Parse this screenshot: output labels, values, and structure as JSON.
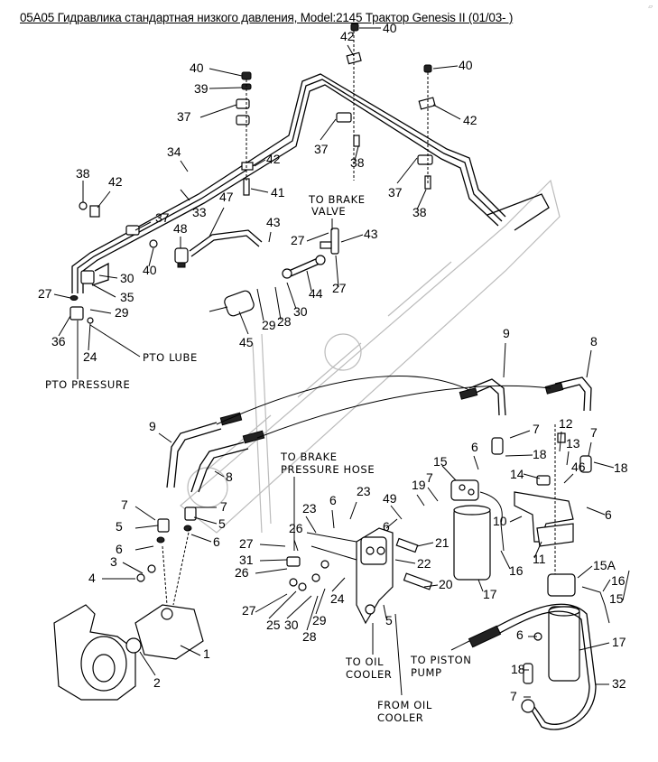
{
  "title": "05A05 Гидравлика стандартная низкого давления, Model:2145 Трактор Genesis II (01/03- )",
  "watermark": "Сервон",
  "labels": {
    "to_brake_valve_1": "TO BRAKE",
    "to_brake_valve_2": "VALVE",
    "pto_lube": "PTO LUBE",
    "pto_pressure": "PTO PRESSURE",
    "to_brake_hose_1": "TO BRAKE",
    "to_brake_hose_2": "PRESSURE HOSE",
    "to_oil_cooler_1": "TO OIL",
    "to_oil_cooler_2": "COOLER",
    "from_oil_cooler_1": "FROM OIL",
    "from_oil_cooler_2": "COOLER",
    "to_piston_pump_1": "TO PISTON",
    "to_piston_pump_2": "PUMP"
  },
  "callouts": [
    {
      "id": "c40a",
      "n": "40"
    },
    {
      "id": "c42a",
      "n": "42"
    },
    {
      "id": "c40b",
      "n": "40"
    },
    {
      "id": "c40c",
      "n": "40"
    },
    {
      "id": "c39",
      "n": "39"
    },
    {
      "id": "c37a",
      "n": "37"
    },
    {
      "id": "c42b",
      "n": "42"
    },
    {
      "id": "c37b",
      "n": "37"
    },
    {
      "id": "c38a",
      "n": "38"
    },
    {
      "id": "c34",
      "n": "34"
    },
    {
      "id": "c42c",
      "n": "42"
    },
    {
      "id": "c38b",
      "n": "38"
    },
    {
      "id": "c42d",
      "n": "42"
    },
    {
      "id": "c41",
      "n": "41"
    },
    {
      "id": "c37c",
      "n": "37"
    },
    {
      "id": "c38c",
      "n": "38"
    },
    {
      "id": "c33",
      "n": "33"
    },
    {
      "id": "c47",
      "n": "47"
    },
    {
      "id": "c43a",
      "n": "43"
    },
    {
      "id": "c37d",
      "n": "37"
    },
    {
      "id": "c48",
      "n": "48"
    },
    {
      "id": "c27a",
      "n": "27"
    },
    {
      "id": "c43b",
      "n": "43"
    },
    {
      "id": "c40d",
      "n": "40"
    },
    {
      "id": "c30a",
      "n": "30"
    },
    {
      "id": "c27b",
      "n": "27"
    },
    {
      "id": "c35",
      "n": "35"
    },
    {
      "id": "c44",
      "n": "44"
    },
    {
      "id": "c27c",
      "n": "27"
    },
    {
      "id": "c29a",
      "n": "29"
    },
    {
      "id": "c30b",
      "n": "30"
    },
    {
      "id": "c29b",
      "n": "29"
    },
    {
      "id": "c28a",
      "n": "28"
    },
    {
      "id": "c36",
      "n": "36"
    },
    {
      "id": "c45",
      "n": "45"
    },
    {
      "id": "c24a",
      "n": "24"
    },
    {
      "id": "c9a",
      "n": "9"
    },
    {
      "id": "c8a",
      "n": "8"
    },
    {
      "id": "c9b",
      "n": "9"
    },
    {
      "id": "c7a",
      "n": "7"
    },
    {
      "id": "c12",
      "n": "12"
    },
    {
      "id": "c7b",
      "n": "7"
    },
    {
      "id": "c6a",
      "n": "6"
    },
    {
      "id": "c18a",
      "n": "18"
    },
    {
      "id": "c13",
      "n": "13"
    },
    {
      "id": "c15",
      "n": "15"
    },
    {
      "id": "c8b",
      "n": "8"
    },
    {
      "id": "c14",
      "n": "14"
    },
    {
      "id": "c46",
      "n": "46"
    },
    {
      "id": "c18b",
      "n": "18"
    },
    {
      "id": "c7c",
      "n": "7"
    },
    {
      "id": "c7d",
      "n": "7"
    },
    {
      "id": "c19",
      "n": "19"
    },
    {
      "id": "c49",
      "n": "49"
    },
    {
      "id": "c7e",
      "n": "7"
    },
    {
      "id": "c6b",
      "n": "6"
    },
    {
      "id": "c23a",
      "n": "23"
    },
    {
      "id": "c6c",
      "n": "6"
    },
    {
      "id": "c5a",
      "n": "5"
    },
    {
      "id": "c5b",
      "n": "5"
    },
    {
      "id": "c23b",
      "n": "23"
    },
    {
      "id": "c10",
      "n": "10"
    },
    {
      "id": "c6d",
      "n": "6"
    },
    {
      "id": "c6e",
      "n": "6"
    },
    {
      "id": "c6f",
      "n": "6"
    },
    {
      "id": "c26a",
      "n": "26"
    },
    {
      "id": "c27d",
      "n": "27"
    },
    {
      "id": "c21",
      "n": "21"
    },
    {
      "id": "c11",
      "n": "11"
    },
    {
      "id": "c3",
      "n": "3"
    },
    {
      "id": "c31",
      "n": "31"
    },
    {
      "id": "c22",
      "n": "22"
    },
    {
      "id": "c16a",
      "n": "16"
    },
    {
      "id": "c15a",
      "n": "15A"
    },
    {
      "id": "c4",
      "n": "4"
    },
    {
      "id": "c26b",
      "n": "26"
    },
    {
      "id": "c16b",
      "n": "16"
    },
    {
      "id": "c17a",
      "n": "17"
    },
    {
      "id": "c20",
      "n": "20"
    },
    {
      "id": "c15b",
      "n": "15"
    },
    {
      "id": "c24b",
      "n": "24"
    },
    {
      "id": "c27e",
      "n": "27"
    },
    {
      "id": "c25",
      "n": "25"
    },
    {
      "id": "c30c",
      "n": "30"
    },
    {
      "id": "c29c",
      "n": "29"
    },
    {
      "id": "c5c",
      "n": "5"
    },
    {
      "id": "c6g",
      "n": "6"
    },
    {
      "id": "c17b",
      "n": "17"
    },
    {
      "id": "c1",
      "n": "1"
    },
    {
      "id": "c28b",
      "n": "28"
    },
    {
      "id": "c18c",
      "n": "18"
    },
    {
      "id": "c2",
      "n": "2"
    },
    {
      "id": "c32",
      "n": "32"
    },
    {
      "id": "c7f",
      "n": "7"
    }
  ]
}
